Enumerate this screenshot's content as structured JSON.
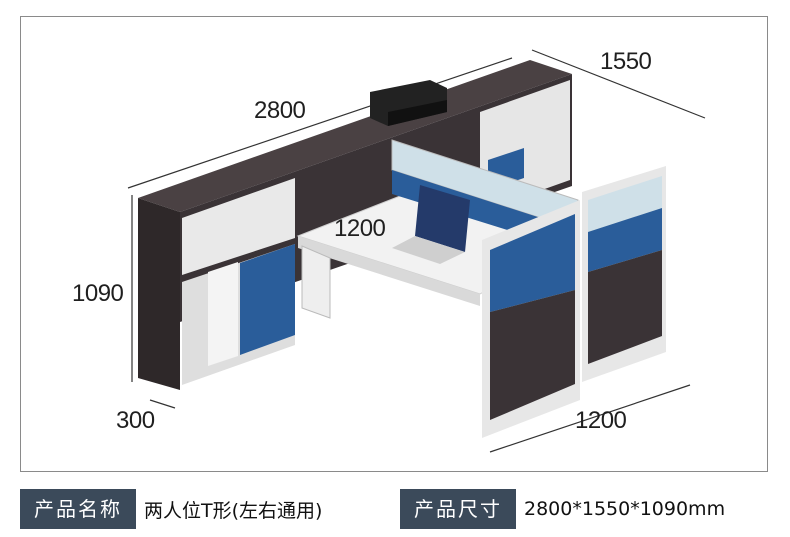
{
  "dimensions": {
    "length": "2800",
    "depth": "1550",
    "inner_width": "1200",
    "height": "1090",
    "cabinet_depth": "300",
    "partition_width": "1200"
  },
  "specs": {
    "name_label": "产品名称",
    "name_value": "两人位T形(左右通用)",
    "size_label": "产品尺寸",
    "size_value": "2800*1550*1090mm"
  },
  "colors": {
    "tag_bg": "#3b4a5a",
    "dark_wood": "#3a3336",
    "blue_panel": "#2a5d9a",
    "white_desk": "#f2f2f2"
  }
}
